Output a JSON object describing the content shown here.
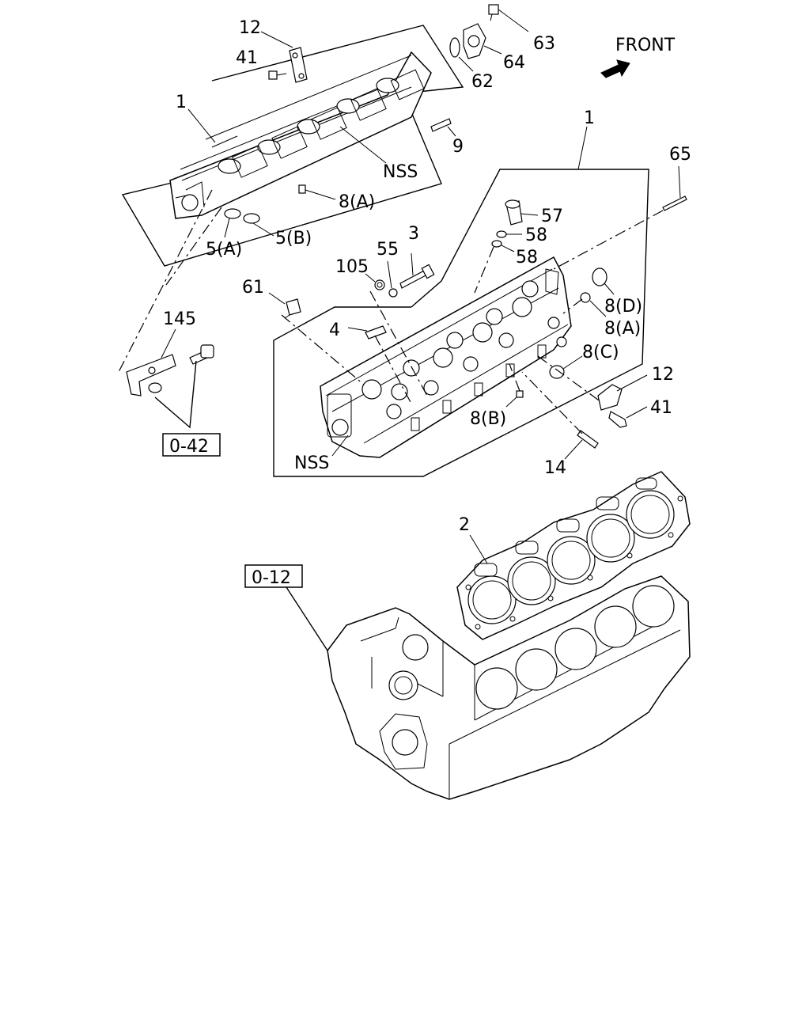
{
  "labels": {
    "front": "FRONT",
    "top_head_1": "1",
    "top_bracket_12": "12",
    "top_bolt_41": "41",
    "seal_62": "62",
    "plate_64": "64",
    "bolt_63": "63",
    "stud_9": "9",
    "top_nss": "NSS",
    "top_plug_8a": "8(A)",
    "plug_5a": "5(A)",
    "plug_5b": "5(B)",
    "main_head_1": "1",
    "stud_65": "65",
    "sleeve_57": "57",
    "oring_58_upper": "58",
    "oring_58_lower": "58",
    "bolt_3": "3",
    "washer_55": "55",
    "seal_105": "105",
    "sensor_61": "61",
    "pin_4": "4",
    "plug_8d": "8(D)",
    "plug_8a": "8(A)",
    "plug_8c": "8(C)",
    "hanger_12": "12",
    "hanger_bolt_41": "41",
    "plug_8b": "8(B)",
    "main_nss": "NSS",
    "bracket_145": "145",
    "ref_0_42": "0-42",
    "stud_14": "14",
    "gasket_2": "2",
    "ref_0_12": "0-12"
  }
}
